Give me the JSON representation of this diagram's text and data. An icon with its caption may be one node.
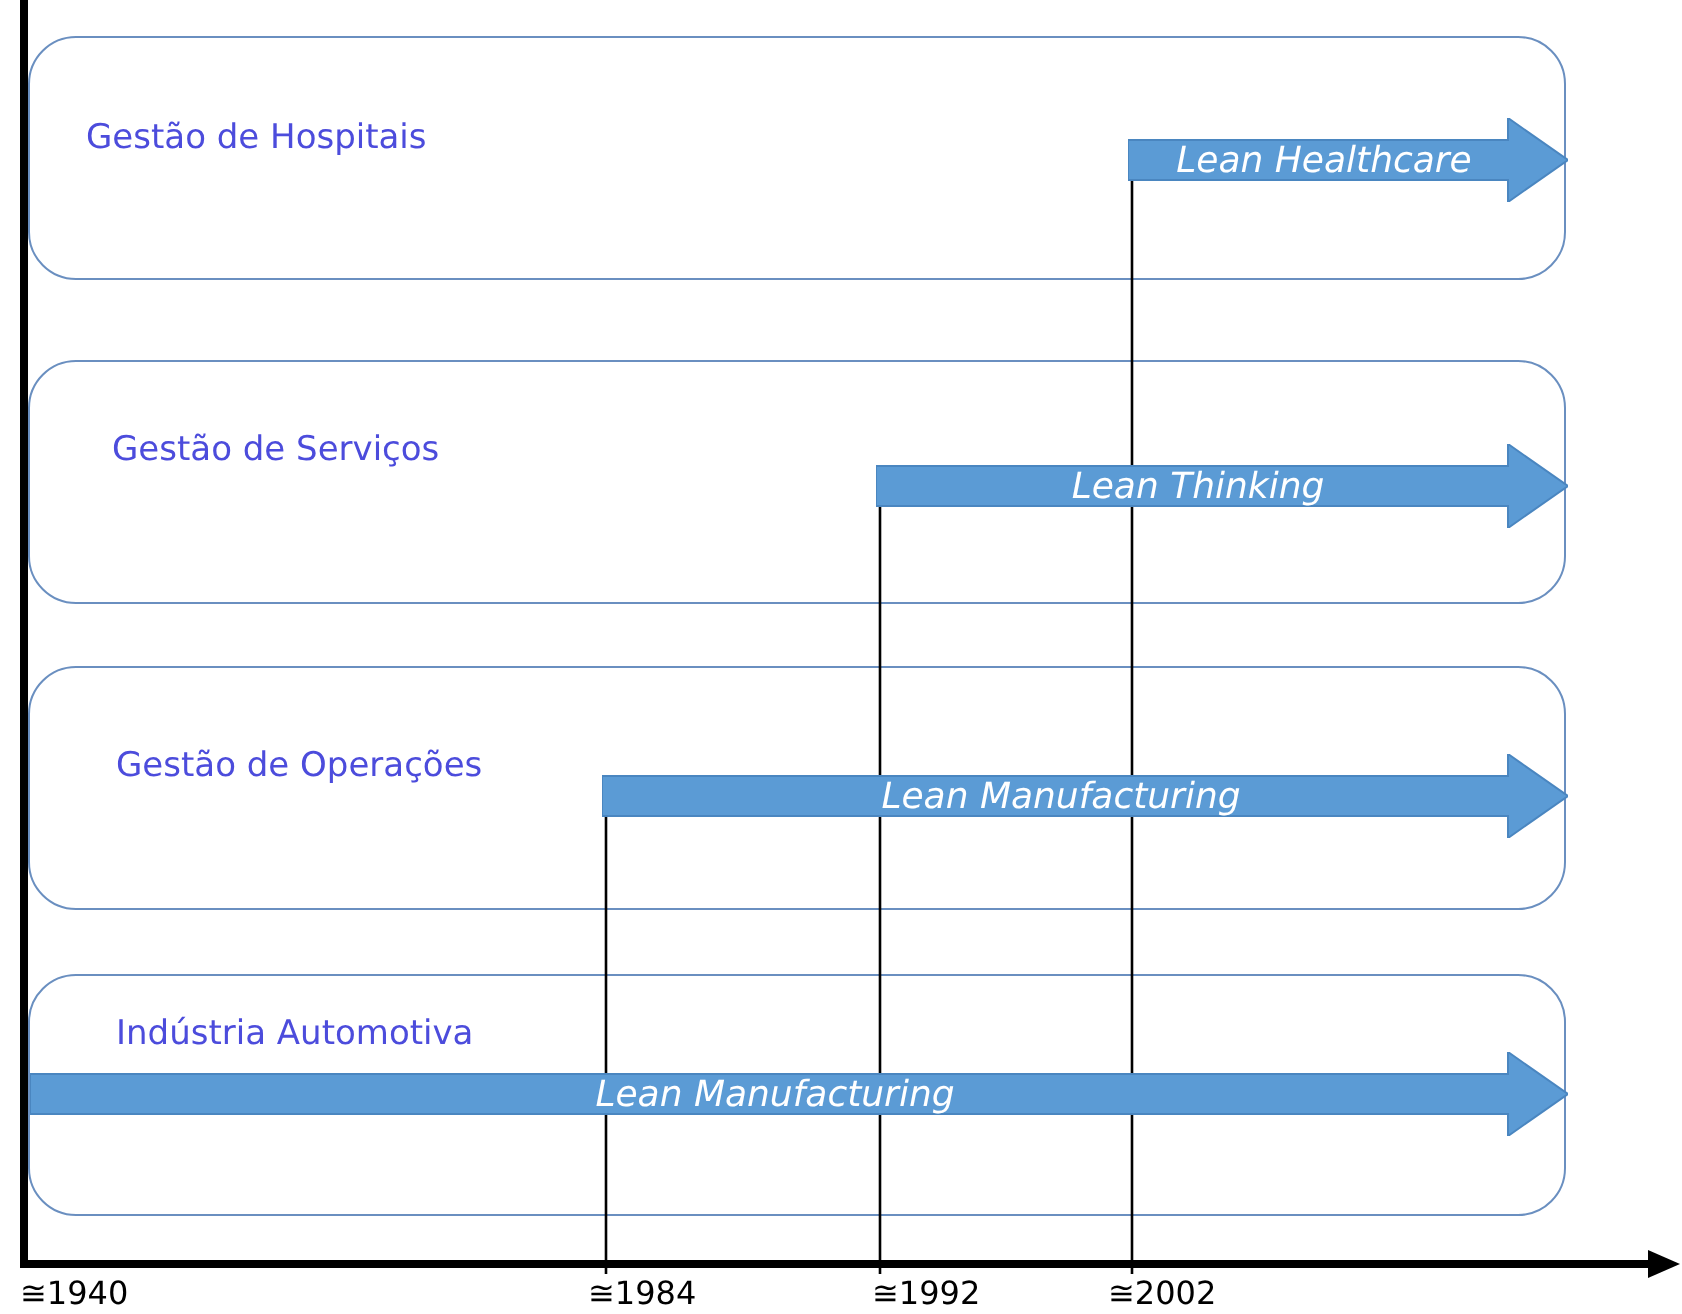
{
  "diagram": {
    "nodes": [
      {
        "text": [
          "Gestão de Hospitais"
        ]
      },
      {
        "text": [
          "Lean Healthcare"
        ],
        "in": 0
      },
      {
        "text": [
          "Gestão de Serviços"
        ]
      },
      {
        "text": [
          "Lean Thinking"
        ],
        "in": 2
      },
      {
        "text": [
          "Gestão de Operações"
        ]
      },
      {
        "text": [
          "Lean Manufacturing"
        ],
        "in": 4
      },
      {
        "text": [
          "Indústria Automotiva"
        ]
      },
      {
        "text": [
          "Lean Manufacturing"
        ],
        "in": 6
      },
      {
        "text": [
          "≅1940"
        ]
      },
      {
        "text": [
          "≅1984"
        ]
      },
      {
        "text": [
          "≅1992"
        ]
      },
      {
        "text": [
          "≅2002"
        ]
      }
    ],
    "edges": [
      {
        "from": 9,
        "to": 5,
        "arrow": "none"
      },
      {
        "from": 10,
        "to": 3,
        "arrow": "none"
      },
      {
        "from": 11,
        "to": 1,
        "arrow": "none"
      }
    ]
  }
}
